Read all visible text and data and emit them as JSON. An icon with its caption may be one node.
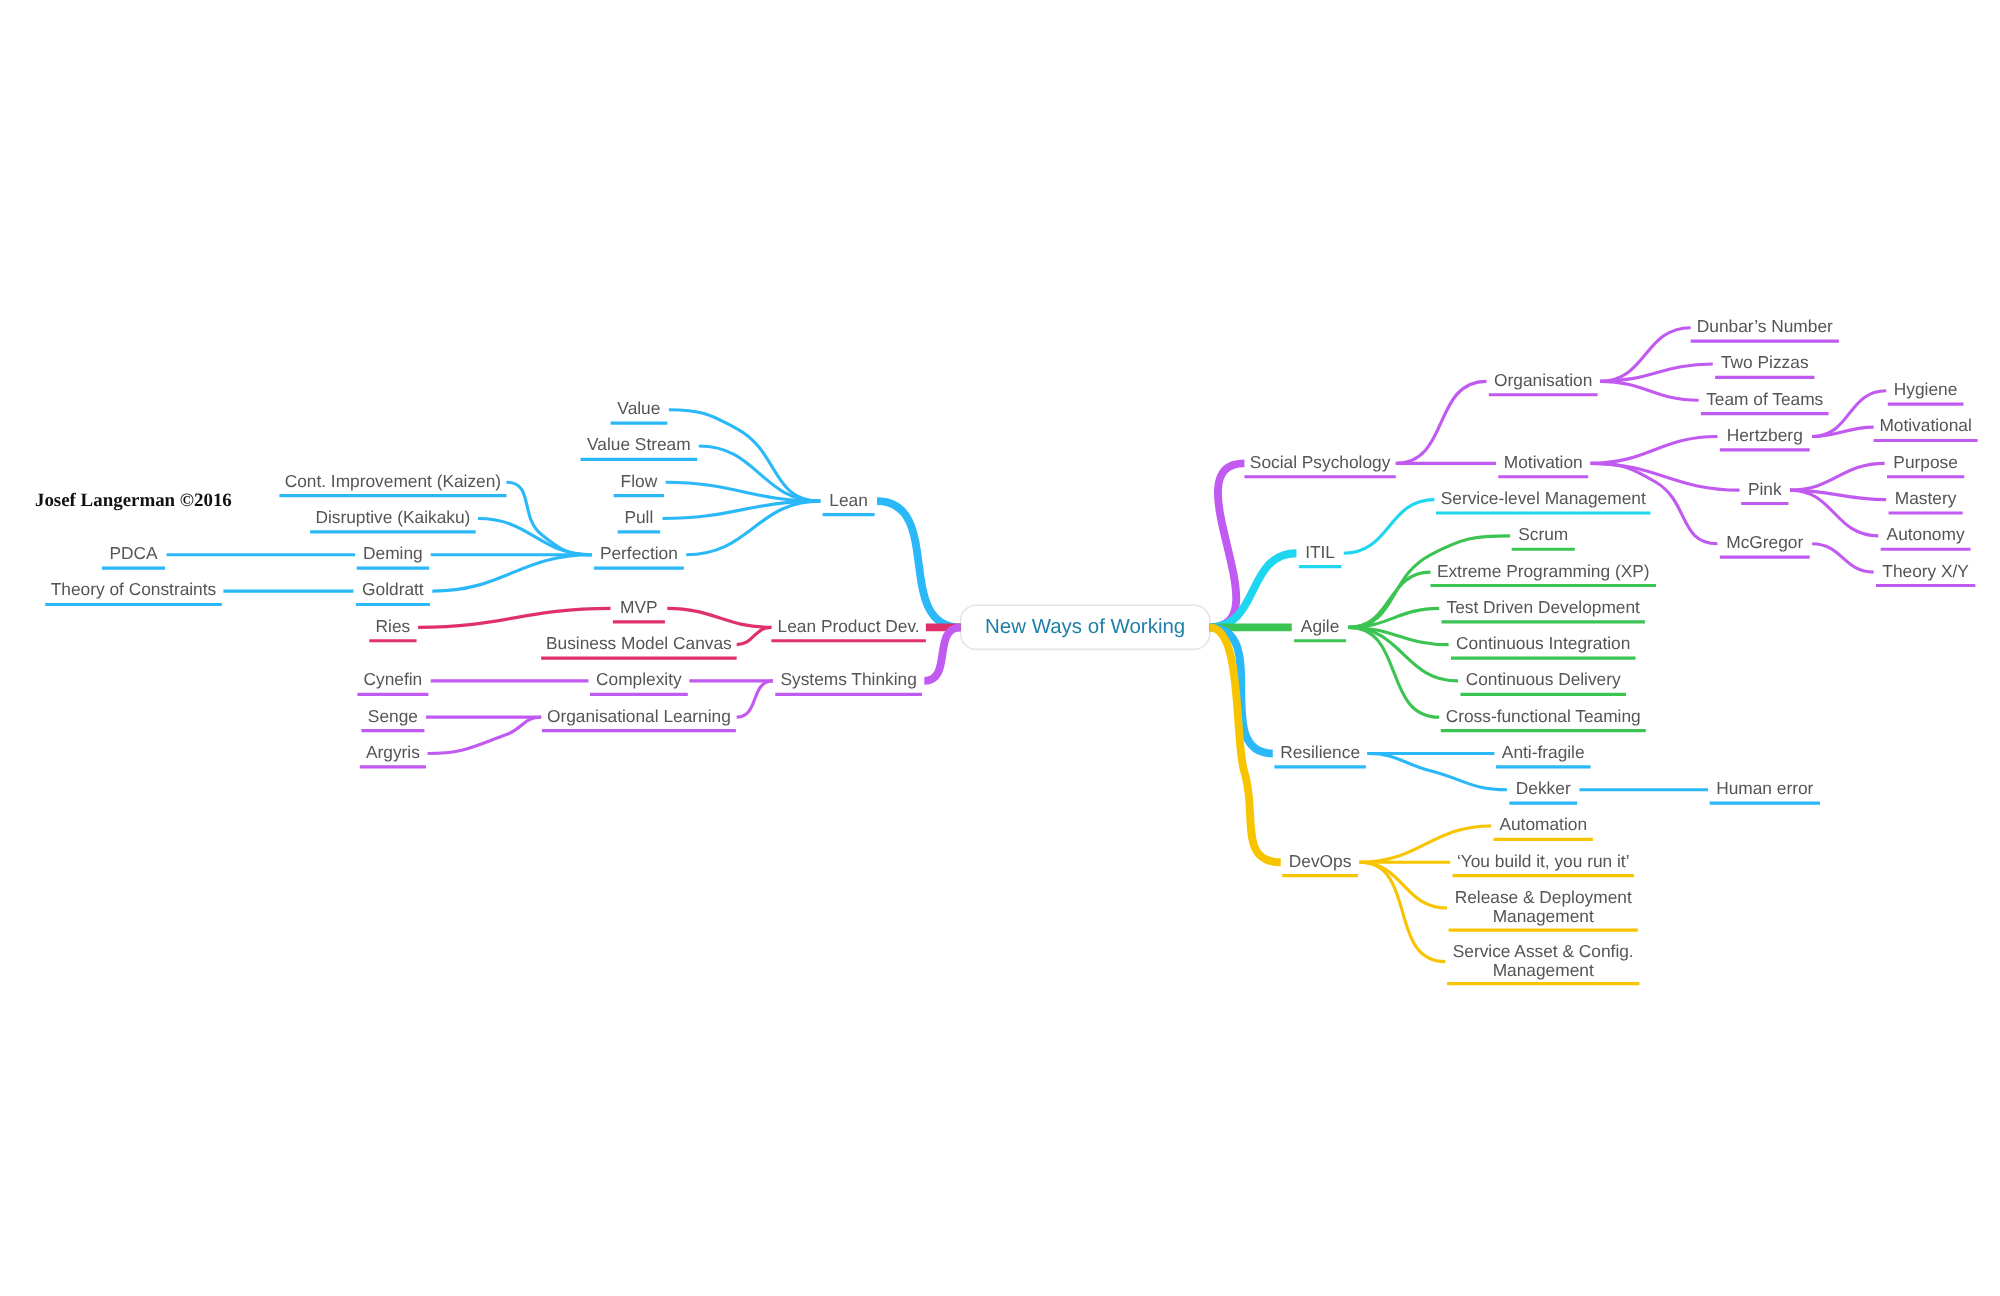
{
  "diagram": {
    "nodes": [
      {
        "text": [
          "New Ways of Working"
        ]
      },
      {
        "text": [
          "Social Psychology"
        ]
      },
      {
        "text": [
          "Organisation"
        ]
      },
      {
        "text": [
          "Dunbar’s Number"
        ]
      },
      {
        "text": [
          "Two Pizzas"
        ]
      },
      {
        "text": [
          "Team of Teams"
        ]
      },
      {
        "text": [
          "Motivation"
        ]
      },
      {
        "text": [
          "Hertzberg"
        ]
      },
      {
        "text": [
          "Hygiene"
        ]
      },
      {
        "text": [
          "Motivational"
        ]
      },
      {
        "text": [
          "Pink"
        ]
      },
      {
        "text": [
          "Purpose"
        ]
      },
      {
        "text": [
          "Mastery"
        ]
      },
      {
        "text": [
          "Autonomy"
        ]
      },
      {
        "text": [
          "McGregor"
        ]
      },
      {
        "text": [
          "Theory X/Y"
        ]
      },
      {
        "text": [
          "ITIL"
        ]
      },
      {
        "text": [
          "Service-level Management"
        ]
      },
      {
        "text": [
          "Agile"
        ]
      },
      {
        "text": [
          "Scrum"
        ]
      },
      {
        "text": [
          "Extreme Programming (XP)"
        ]
      },
      {
        "text": [
          "Test Driven Development"
        ]
      },
      {
        "text": [
          "Continuous Integration"
        ]
      },
      {
        "text": [
          "Continuous Delivery"
        ]
      },
      {
        "text": [
          "Cross-functional Teaming"
        ]
      },
      {
        "text": [
          "Resilience"
        ]
      },
      {
        "text": [
          "Anti-fragile"
        ]
      },
      {
        "text": [
          "Dekker"
        ]
      },
      {
        "text": [
          "Human error"
        ]
      },
      {
        "text": [
          "DevOps"
        ]
      },
      {
        "text": [
          "Automation"
        ]
      },
      {
        "text": [
          "‘You build it, you run it’"
        ]
      },
      {
        "text": [
          "Release & Deployment Management"
        ]
      },
      {
        "text": [
          "Service Asset & Config. Management"
        ]
      },
      {
        "text": [
          "Lean"
        ]
      },
      {
        "text": [
          "Value"
        ]
      },
      {
        "text": [
          "Value Stream"
        ]
      },
      {
        "text": [
          "Flow"
        ]
      },
      {
        "text": [
          "Pull"
        ]
      },
      {
        "text": [
          "Perfection"
        ]
      },
      {
        "text": [
          "Cont. Improvement (Kaizen)"
        ]
      },
      {
        "text": [
          "Disruptive (Kaikaku)"
        ]
      },
      {
        "text": [
          "Deming"
        ]
      },
      {
        "text": [
          "PDCA"
        ]
      },
      {
        "text": [
          "Goldratt"
        ]
      },
      {
        "text": [
          "Theory of Constraints"
        ]
      },
      {
        "text": [
          "Lean Product Dev."
        ]
      },
      {
        "text": [
          "MVP"
        ]
      },
      {
        "text": [
          "Ries"
        ]
      },
      {
        "text": [
          "Business Model Canvas"
        ]
      },
      {
        "text": [
          "Systems Thinking"
        ]
      },
      {
        "text": [
          "Complexity"
        ]
      },
      {
        "text": [
          "Cynefin"
        ]
      },
      {
        "text": [
          "Organisational Learning"
        ]
      },
      {
        "text": [
          "Senge"
        ]
      },
      {
        "text": [
          "Argyris"
        ]
      }
    ],
    "edges": [
      {
        "from": 0,
        "to": 1,
        "arrow": "none",
        "style": "thick"
      },
      {
        "from": 1,
        "to": 2,
        "arrow": "none"
      },
      {
        "from": 2,
        "to": 3,
        "arrow": "none"
      },
      {
        "from": 2,
        "to": 4,
        "arrow": "none"
      },
      {
        "from": 2,
        "to": 5,
        "arrow": "none"
      },
      {
        "from": 1,
        "to": 6,
        "arrow": "none"
      },
      {
        "from": 6,
        "to": 7,
        "arrow": "none"
      },
      {
        "from": 7,
        "to": 8,
        "arrow": "none"
      },
      {
        "from": 7,
        "to": 9,
        "arrow": "none"
      },
      {
        "from": 6,
        "to": 10,
        "arrow": "none"
      },
      {
        "from": 10,
        "to": 11,
        "arrow": "none"
      },
      {
        "from": 10,
        "to": 12,
        "arrow": "none"
      },
      {
        "from": 10,
        "to": 13,
        "arrow": "none"
      },
      {
        "from": 6,
        "to": 14,
        "arrow": "none"
      },
      {
        "from": 14,
        "to": 15,
        "arrow": "none"
      },
      {
        "from": 0,
        "to": 16,
        "arrow": "none",
        "style": "thick",
        "color": "#1ed6f0"
      },
      {
        "from": 16,
        "to": 17,
        "arrow": "none",
        "color": "#1ed6f0"
      },
      {
        "from": 0,
        "to": 18,
        "arrow": "none",
        "style": "thick",
        "color": "#3cc453"
      },
      {
        "from": 18,
        "to": 19,
        "arrow": "none",
        "color": "#3cc453"
      },
      {
        "from": 18,
        "to": 20,
        "arrow": "none",
        "color": "#3cc453"
      },
      {
        "from": 18,
        "to": 21,
        "arrow": "none",
        "color": "#3cc453"
      },
      {
        "from": 18,
        "to": 22,
        "arrow": "none",
        "color": "#3cc453"
      },
      {
        "from": 18,
        "to": 23,
        "arrow": "none",
        "color": "#3cc453"
      },
      {
        "from": 18,
        "to": 24,
        "arrow": "none",
        "color": "#3cc453"
      },
      {
        "from": 0,
        "to": 25,
        "arrow": "none",
        "style": "thick",
        "color": "#2bb8f8"
      },
      {
        "from": 25,
        "to": 26,
        "arrow": "none",
        "color": "#2bb8f8"
      },
      {
        "from": 25,
        "to": 27,
        "arrow": "none",
        "color": "#2bb8f8"
      },
      {
        "from": 27,
        "to": 28,
        "arrow": "none",
        "color": "#2bb8f8"
      },
      {
        "from": 0,
        "to": 29,
        "arrow": "none",
        "style": "thick",
        "color": "#f8c400"
      },
      {
        "from": 29,
        "to": 30,
        "arrow": "none",
        "color": "#f8c400"
      },
      {
        "from": 29,
        "to": 31,
        "arrow": "none",
        "color": "#f8c400"
      },
      {
        "from": 29,
        "to": 32,
        "arrow": "none",
        "color": "#f8c400"
      },
      {
        "from": 29,
        "to": 33,
        "arrow": "none",
        "color": "#f8c400"
      },
      {
        "from": 34,
        "to": 0,
        "arrow": "none",
        "style": "thick",
        "color": "#2bb8f8"
      },
      {
        "from": 35,
        "to": 34,
        "arrow": "none",
        "color": "#2bb8f8"
      },
      {
        "from": 36,
        "to": 34,
        "arrow": "none",
        "color": "#2bb8f8"
      },
      {
        "from": 37,
        "to": 34,
        "arrow": "none",
        "color": "#2bb8f8"
      },
      {
        "from": 38,
        "to": 34,
        "arrow": "none",
        "color": "#2bb8f8"
      },
      {
        "from": 39,
        "to": 34,
        "arrow": "none",
        "color": "#2bb8f8"
      },
      {
        "from": 40,
        "to": 39,
        "arrow": "none",
        "color": "#2bb8f8"
      },
      {
        "from": 41,
        "to": 39,
        "arrow": "none",
        "color": "#2bb8f8"
      },
      {
        "from": 42,
        "to": 39,
        "arrow": "none",
        "color": "#2bb8f8"
      },
      {
        "from": 43,
        "to": 42,
        "arrow": "none",
        "color": "#2bb8f8"
      },
      {
        "from": 44,
        "to": 39,
        "arrow": "none",
        "color": "#2bb8f8"
      },
      {
        "from": 45,
        "to": 44,
        "arrow": "none",
        "color": "#2bb8f8"
      },
      {
        "from": 46,
        "to": 0,
        "arrow": "none",
        "style": "thick",
        "color": "#e0306a"
      },
      {
        "from": 47,
        "to": 46,
        "arrow": "none",
        "color": "#e0306a"
      },
      {
        "from": 48,
        "to": 47,
        "arrow": "none",
        "color": "#e0306a"
      },
      {
        "from": 49,
        "to": 46,
        "arrow": "none",
        "color": "#e0306a"
      },
      {
        "from": 50,
        "to": 0,
        "arrow": "none",
        "style": "thick"
      },
      {
        "from": 51,
        "to": 50,
        "arrow": "none"
      },
      {
        "from": 52,
        "to": 51,
        "arrow": "none"
      },
      {
        "from": 53,
        "to": 50,
        "arrow": "none"
      },
      {
        "from": 54,
        "to": 53,
        "arrow": "none"
      },
      {
        "from": 55,
        "to": 53,
        "arrow": "none"
      }
    ],
    "labels": [
      "Josef Langerman ©2016"
    ]
  }
}
